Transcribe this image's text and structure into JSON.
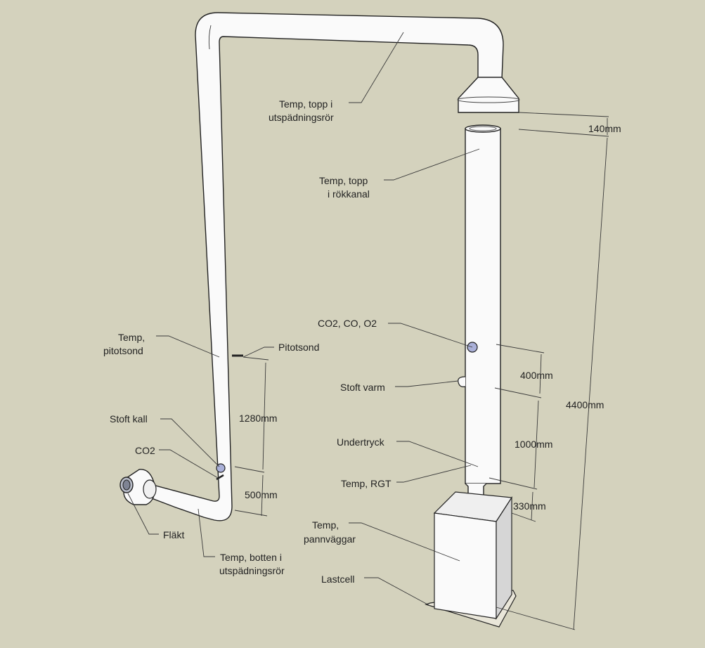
{
  "labels": {
    "temp_top_dilution_1": "Temp, topp i",
    "temp_top_dilution_2": "utspädningsrör",
    "temp_top_flue_1": "Temp, topp",
    "temp_top_flue_2": "i rökkanal",
    "co2_co_o2": "CO2, CO, O2",
    "dust_warm": "Stoft varm",
    "underpressure": "Undertryck",
    "temp_rgt": "Temp, RGT",
    "temp_boiler_walls_1": "Temp,",
    "temp_boiler_walls_2": "pannväggar",
    "load_cell": "Lastcell",
    "temp_pitot_1": "Temp,",
    "temp_pitot_2": "pitotsond",
    "pitot_probe": "Pitotsond",
    "dust_cold": "Stoft kall",
    "co2": "CO2",
    "fan": "Fläkt",
    "temp_bottom_dilution_1": "Temp, botten i",
    "temp_bottom_dilution_2": "utspädningsrör"
  },
  "dimensions": {
    "gap_hood": "140mm",
    "total_height": "4400mm",
    "sensor_spacing": "400mm",
    "stoft_to_rgt": "1000mm",
    "rgt_to_boiler": "330mm",
    "pitot_to_dust": "1280mm",
    "dust_to_bend": "500mm"
  },
  "colors": {
    "background": "#d4d2bd",
    "pipe_fill": "#fafafa",
    "outline": "#222222",
    "sensor_fill": "#aab0d8",
    "boiler_shade": "#d6d6d6"
  }
}
